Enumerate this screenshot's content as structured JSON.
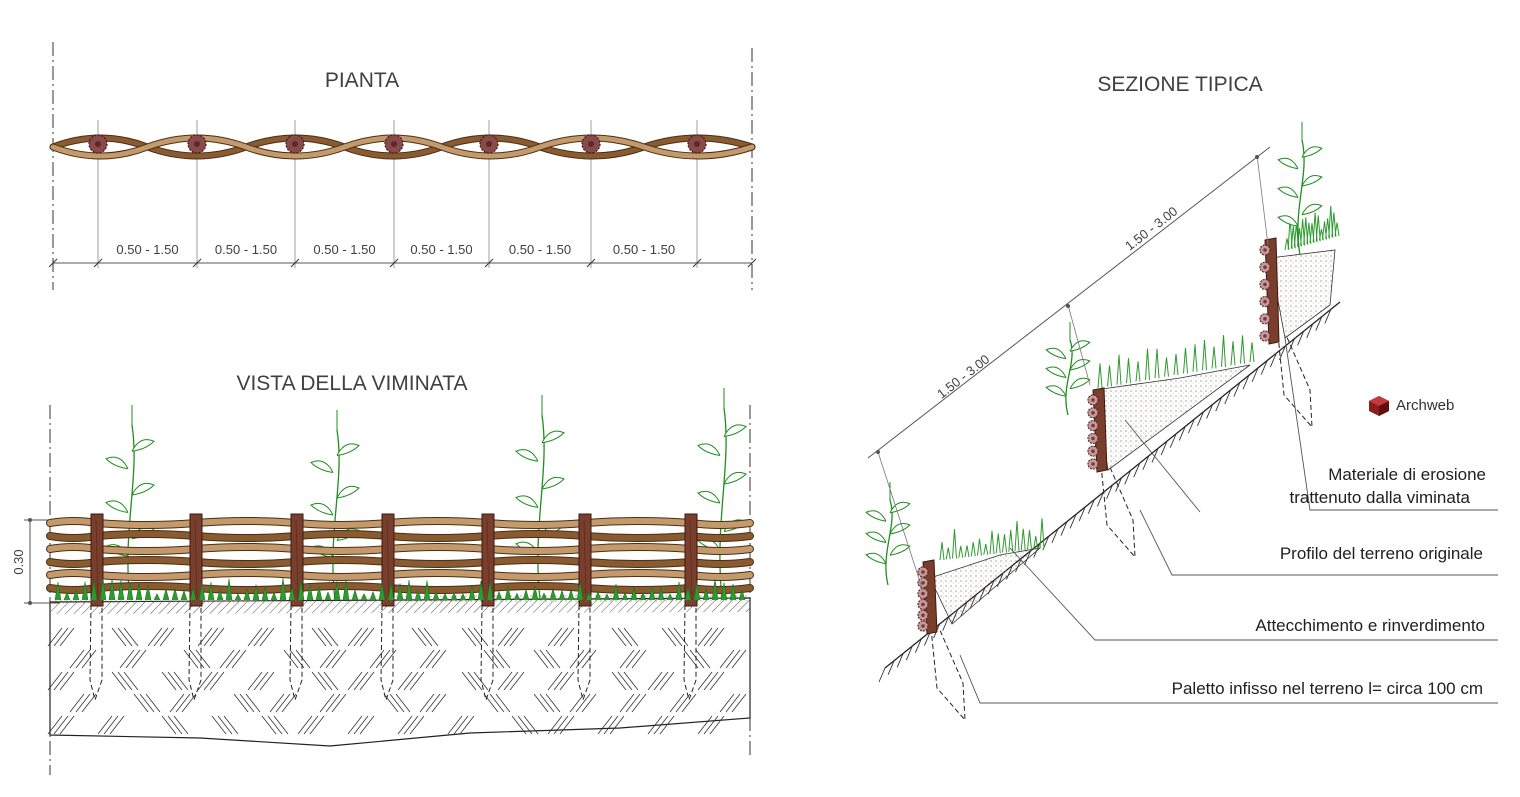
{
  "titles": {
    "plan": "PIANTA",
    "view": "VISTA DELLA VIMINATA",
    "section": "SEZIONE TIPICA"
  },
  "plan": {
    "spacing_labels": [
      "0.50 - 1.50",
      "0.50 - 1.50",
      "0.50 - 1.50",
      "0.50 - 1.50",
      "0.50 - 1.50",
      "0.50 - 1.50"
    ]
  },
  "view": {
    "height_label": "0.30"
  },
  "section": {
    "dim_lower": "1.50 - 3.00",
    "dim_upper": "1.50 - 3.00",
    "notes": {
      "material_line1": "Materiale di erosione",
      "material_line2": "trattenuto dalla viminata",
      "profile": "Profilo del terreno originale",
      "rooting": "Attecchimento e rinverdimento",
      "stake": "Paletto infisso nel terreno l= circa 100 cm"
    }
  },
  "brand": {
    "name": "Archweb",
    "icon": "archweb-logo-icon"
  },
  "colors": {
    "wicker_dark": "#8a5a30",
    "wicker_light": "#c49a6c",
    "stake": "#7a3e2c",
    "plant": "#1f8f1f",
    "grass": "#2e9a2e",
    "line": "#404040",
    "soil_fill": "#efe9dc"
  }
}
